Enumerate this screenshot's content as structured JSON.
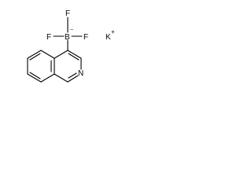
{
  "structure": {
    "atoms": {
      "boron": "B",
      "boron_charge": "−",
      "fluorine_top": "F",
      "fluorine_left": "F",
      "fluorine_right": "F",
      "nitrogen": "N",
      "potassium": "K",
      "potassium_charge": "+"
    },
    "colors": {
      "bonds": "#000000",
      "labels": "#000000",
      "background": "#ffffff"
    }
  }
}
